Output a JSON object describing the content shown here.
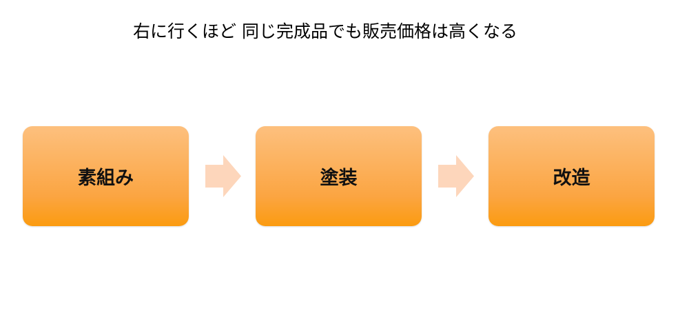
{
  "title": "右に行くほど 同じ完成品でも販売価格は高くなる",
  "steps": [
    {
      "label": "素組み"
    },
    {
      "label": "塗装"
    },
    {
      "label": "改造"
    }
  ],
  "colors": {
    "box_top": "#fdc07e",
    "box_bottom": "#fb9b10",
    "arrow": "#fdd6bb"
  }
}
